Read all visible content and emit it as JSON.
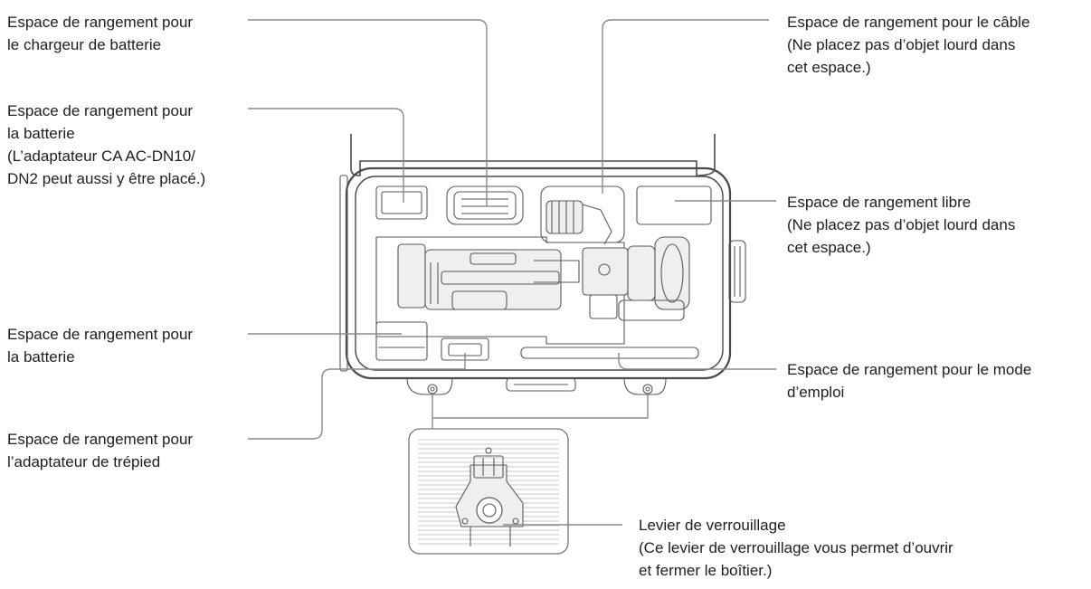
{
  "labels": {
    "charger": [
      "Espace de rangement pour",
      "le chargeur de batterie"
    ],
    "battery_top": [
      "Espace de rangement pour",
      "la batterie",
      "(L’adaptateur CA AC-DN10/",
      "DN2 peut aussi y être placé.)"
    ],
    "battery_bottom": [
      "Espace de rangement pour",
      "la batterie"
    ],
    "tripod": [
      "Espace de rangement pour",
      "l’adaptateur de trépied"
    ],
    "cable": [
      "Espace de rangement pour le câble",
      "(Ne placez pas d’objet lourd dans",
      "cet espace.)"
    ],
    "free": [
      "Espace de rangement libre",
      "(Ne placez pas d’objet lourd dans",
      "cet espace.)"
    ],
    "manual": [
      "Espace de rangement pour le mode",
      "d’emploi"
    ],
    "lever": [
      "Levier de verrouillage",
      "(Ce levier de verrouillage vous permet d’ouvrir",
      "et fermer le boîtier.)"
    ]
  },
  "colors": {
    "text": "#1e1e1e",
    "leader": "#8a8a8a",
    "outline": "#4a4a4a"
  }
}
